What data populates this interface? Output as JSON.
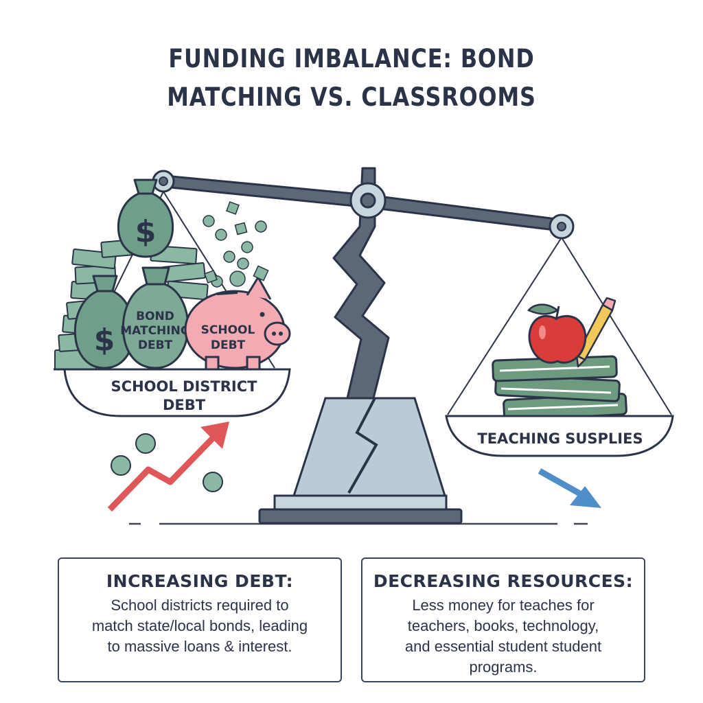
{
  "title": {
    "line1": "FUNDING IMBALANCE: BOND",
    "line2": "MATCHING VS. CLASSROOMS"
  },
  "left_pan": {
    "bag_label_line1": "BOND",
    "bag_label_line2": "MATCHING",
    "bag_label_line3": "DEBT",
    "piggy_label_line1": "SCHOOL",
    "piggy_label_line2": "DEBT",
    "pan_label_line1": "SCHOOL DISTRICT",
    "pan_label_line2": "DEBT",
    "bag_symbol": "$"
  },
  "right_pan": {
    "pan_label": "TEACHING SUSPLIES"
  },
  "left_box": {
    "heading": "INCREASING DEBT:",
    "line1": "School districts required to",
    "line2": "match state/local bonds, leading",
    "line3": "to massive loans & interest."
  },
  "right_box": {
    "heading": "DECREASING RESOURCES:",
    "line1": "Less money for teaches for",
    "line2": "teachers, books, technology,",
    "line3": "and essential student student",
    "line4": "programs."
  },
  "colors": {
    "ink": "#2a3347",
    "money_green": "#6f9e8a",
    "piggy_pink": "#f4aab2",
    "up_arrow": "#e0575a",
    "down_arrow": "#4f8ec9",
    "scale_steel": "#5c6778",
    "book_green": "#6e9a80",
    "apple_red": "#d83d3a"
  },
  "icons": [
    "money-bag-icon",
    "piggy-bank-icon",
    "coin-icon",
    "apple-icon",
    "book-stack-icon",
    "pencil-icon",
    "trend-up-arrow-icon",
    "trend-down-arrow-icon",
    "balance-scale-icon"
  ]
}
